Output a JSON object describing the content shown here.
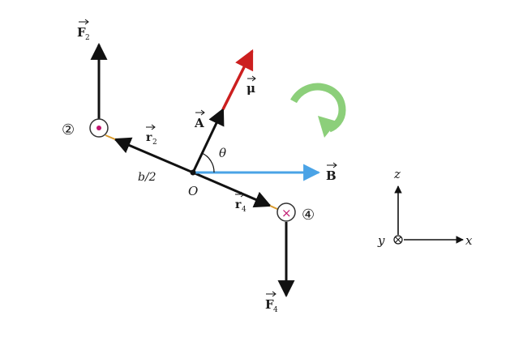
{
  "diagram": {
    "labels": {
      "F2": "F",
      "F2_sub": "2",
      "F4": "F",
      "F4_sub": "4",
      "r2": "r",
      "r2_sub": "2",
      "r4": "r",
      "r4_sub": "4",
      "A": "A",
      "mu": "μ",
      "B": "B",
      "theta": "θ",
      "O": "O",
      "half_b": "b/2",
      "wire2": "②",
      "wire4": "④",
      "cross": "×"
    },
    "axes": {
      "z": "z",
      "x": "x",
      "y": "y"
    },
    "colors": {
      "ink": "#111111",
      "mu_arrow": "#cc1f1f",
      "B_arrow": "#4aa3e6",
      "rotation_arrow": "#8ccf7a",
      "wire_dot": "#c0146e",
      "lever_tip": "#d99a2b"
    },
    "icons": {
      "rotation": "clockwise-rotation-arrow-icon",
      "out_of_page": "dot-in-circle-icon",
      "into_page": "cross-in-circle-icon"
    }
  }
}
